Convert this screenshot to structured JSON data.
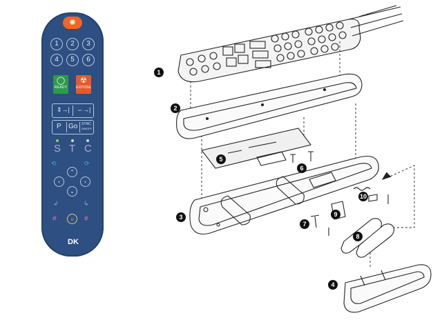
{
  "remote": {
    "top_icon": "lamp-icon",
    "numbers": [
      "1",
      "2",
      "3",
      "4",
      "5",
      "6"
    ],
    "ready_label": "READY",
    "expose_label": "EXPOSE",
    "p_label": "P",
    "go_label": "Go",
    "sync_label": "SYNC",
    "sync_sub": "ON/OFF",
    "stc": [
      "S",
      "T",
      "C"
    ],
    "brand": "DK",
    "colors": {
      "body": "#2d4f82",
      "ready": "#2e9b49",
      "expose": "#e55a2c",
      "lamp": "#f26522",
      "indicator_green": "#8bd15a"
    }
  },
  "diagram": {
    "callouts": [
      "1",
      "2",
      "3",
      "4",
      "5",
      "6",
      "7",
      "8",
      "9",
      "10"
    ]
  }
}
